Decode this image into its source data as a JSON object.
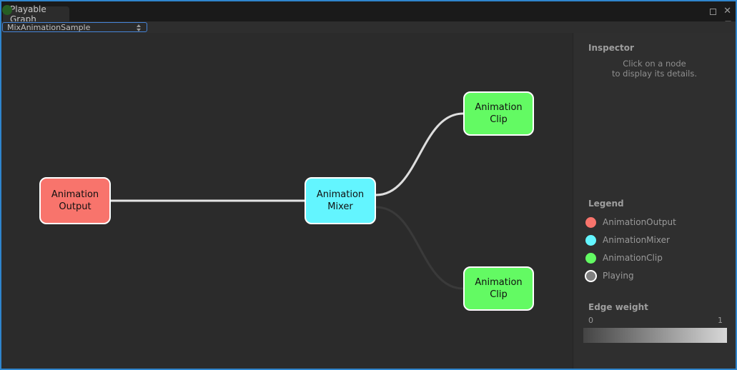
{
  "window": {
    "tab_title": "Playable Graph",
    "graph_selector_value": "MixAnimationSample",
    "accent_border_color": "#2f85cd"
  },
  "graph": {
    "nodes": [
      {
        "label": "Animation Output",
        "type": "AnimationOutput",
        "color": "#f8746c"
      },
      {
        "label": "Animation Mixer",
        "type": "AnimationMixer",
        "color": "#63f5ff"
      },
      {
        "label": "Animation Clip",
        "type": "AnimationClip",
        "color": "#63fa63"
      },
      {
        "label": "Animation Clip",
        "type": "AnimationClip",
        "color": "#63fa63"
      }
    ],
    "edges": [
      {
        "from": "Animation Output",
        "to": "Animation Mixer",
        "color": "#e4e4e4"
      },
      {
        "from": "Animation Mixer",
        "to": "Animation Clip (top)",
        "color": "#dedede"
      },
      {
        "from": "Animation Mixer",
        "to": "Animation Clip (bottom)",
        "color": "#3a3a3a"
      }
    ]
  },
  "inspector": {
    "title": "Inspector",
    "empty_message_line1": "Click on a node",
    "empty_message_line2": "to display its details."
  },
  "legend": {
    "title": "Legend",
    "items": [
      {
        "label": "AnimationOutput",
        "color": "#f8746c"
      },
      {
        "label": "AnimationMixer",
        "color": "#63f5ff"
      },
      {
        "label": "AnimationClip",
        "color": "#63fa63"
      },
      {
        "label": "Playing",
        "color": "#808080"
      }
    ]
  },
  "edge_weight": {
    "title": "Edge weight",
    "min_label": "0",
    "max_label": "1",
    "gradient_start": "#444444",
    "gradient_end": "#d8d8d8"
  }
}
